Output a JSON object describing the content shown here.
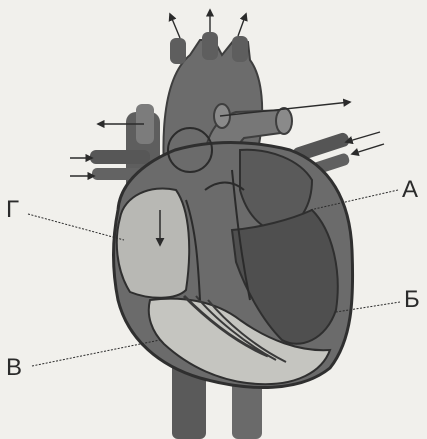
{
  "diagram": {
    "labels": {
      "g": "Г",
      "a": "А",
      "b": "Б",
      "v": "В"
    },
    "colors": {
      "background": "#f1f0ec",
      "dark_tissue": "#6f6f6f",
      "darker_tissue": "#4a4a4a",
      "light_chamber": "#b9b9b5",
      "line": "#2b2b2b"
    }
  }
}
